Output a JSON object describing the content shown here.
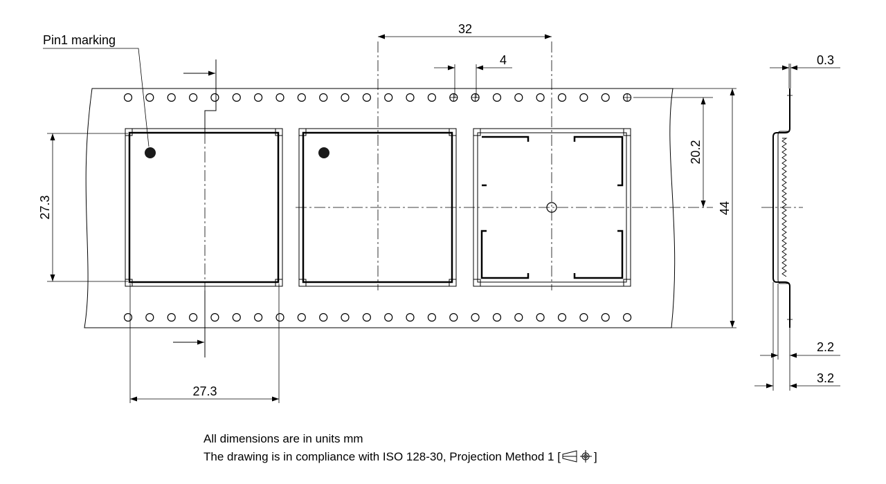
{
  "labels": {
    "pin1": "Pin1 marking",
    "pitch": "32",
    "hole_pitch": "4",
    "thickness": "0.3",
    "hole_offset": "20.2",
    "tape_width": "44",
    "pocket_height": "27.3",
    "pocket_width": "27.3",
    "depth_inner": "2.2",
    "depth_outer": "3.2"
  },
  "notes": {
    "units": "All dimensions are in units mm",
    "iso_prefix": "The drawing is in compliance with ISO 128-30, Projection Method 1 [",
    "iso_suffix": "]"
  },
  "icons": {
    "projection": "first-angle-projection-icon"
  }
}
